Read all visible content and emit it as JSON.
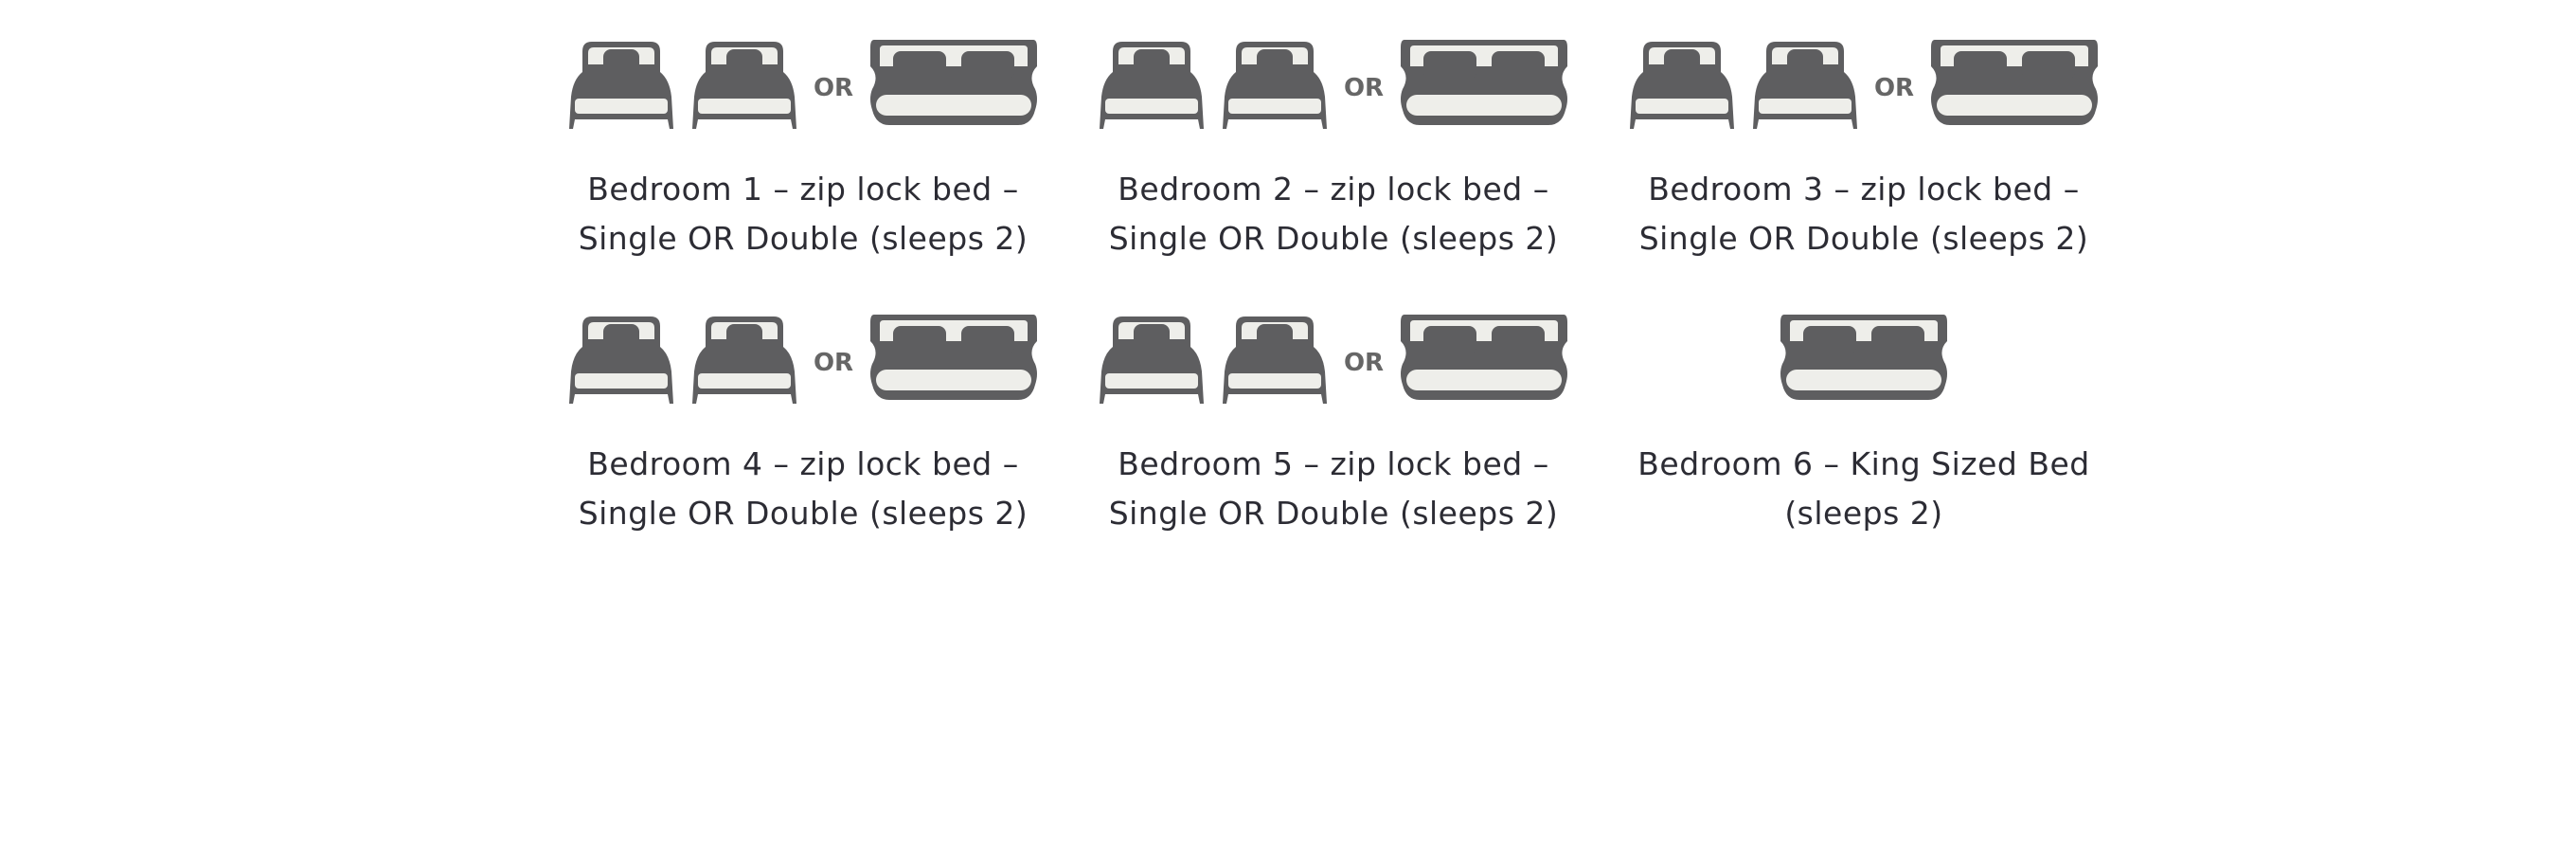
{
  "colors": {
    "icon_dark": "#5e5e60",
    "icon_light": "#eeeeea",
    "text": "#2c2c34"
  },
  "bedrooms": [
    {
      "line1": "Bedroom 1 –  zip lock bed –",
      "line2": "Single OR Double (sleeps 2)",
      "icons": [
        "single-bed-icon",
        "single-bed-icon",
        "double-bed-icon"
      ],
      "or_label": "OR"
    },
    {
      "line1": "Bedroom 2 –  zip lock bed –",
      "line2": "Single OR Double (sleeps 2)",
      "icons": [
        "single-bed-icon",
        "single-bed-icon",
        "double-bed-icon"
      ],
      "or_label": "OR"
    },
    {
      "line1": "Bedroom 3 –  zip lock bed –",
      "line2": "Single OR Double (sleeps 2)",
      "icons": [
        "single-bed-icon",
        "single-bed-icon",
        "double-bed-icon"
      ],
      "or_label": "OR"
    },
    {
      "line1": "Bedroom 4 –  zip lock bed –",
      "line2": "Single OR Double (sleeps 2)",
      "icons": [
        "single-bed-icon",
        "single-bed-icon",
        "double-bed-icon"
      ],
      "or_label": "OR"
    },
    {
      "line1": "Bedroom 5 –  zip lock bed –",
      "line2": "Single OR Double (sleeps 2)",
      "icons": [
        "single-bed-icon",
        "single-bed-icon",
        "double-bed-icon"
      ],
      "or_label": "OR"
    },
    {
      "line1": "Bedroom 6 –  King Sized Bed",
      "line2": "(sleeps 2)",
      "icons": [
        "king-bed-icon"
      ]
    }
  ]
}
